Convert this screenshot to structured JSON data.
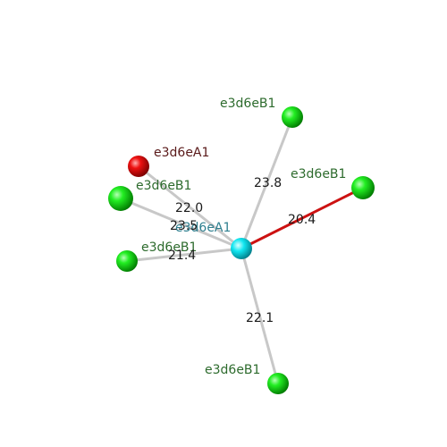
{
  "diagram": {
    "center": {
      "label": "e3d6eA1",
      "color": "#00e5ee",
      "label_color": "#2f7f8f"
    },
    "atoms": [
      {
        "id": "b1",
        "label": "e3d6eB1",
        "color": "#00dd00",
        "label_color": "#2d6b2d"
      },
      {
        "id": "a1",
        "label": "e3d6eA1",
        "color": "#ee0000",
        "label_color": "#5a1a1a"
      },
      {
        "id": "b2",
        "label": "e3d6eB1",
        "color": "#00dd00",
        "label_color": "#2d6b2d"
      },
      {
        "id": "b3",
        "label": "e3d6eB1",
        "color": "#00dd00",
        "label_color": "#2d6b2d"
      },
      {
        "id": "b4",
        "label": "e3d6eB1",
        "color": "#00dd00",
        "label_color": "#2d6b2d"
      },
      {
        "id": "b5",
        "label": "e3d6eB1",
        "color": "#00dd00",
        "label_color": "#2d6b2d"
      }
    ],
    "bonds": [
      {
        "to": "b1",
        "distance": "23.8",
        "color": "#c8c8c8"
      },
      {
        "to": "a1",
        "distance": "23.5",
        "color": "#c8c8c8"
      },
      {
        "to": "b2",
        "distance": "22.0",
        "color": "#c8c8c8"
      },
      {
        "to": "b3",
        "distance": "21.4",
        "color": "#c8c8c8"
      },
      {
        "to": "b4",
        "distance": "20.4",
        "color": "#cc1111"
      },
      {
        "to": "b5",
        "distance": "22.1",
        "color": "#c8c8c8"
      }
    ]
  }
}
